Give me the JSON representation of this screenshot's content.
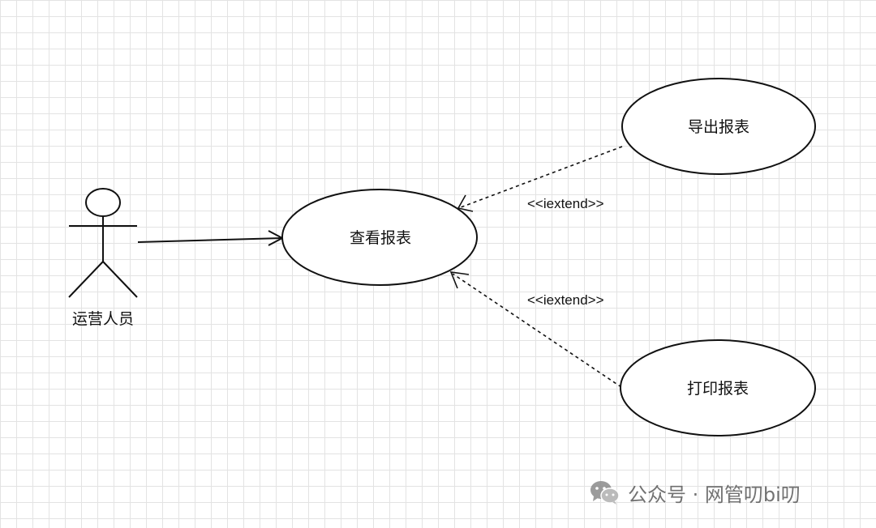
{
  "diagram": {
    "actor": {
      "label": "运营人员"
    },
    "use_cases": {
      "view": {
        "label": "查看报表"
      },
      "export": {
        "label": "导出报表"
      },
      "print": {
        "label": "打印报表"
      }
    },
    "relations": {
      "export_stereotype": "<<iextend>>",
      "print_stereotype": "<<iextend>>"
    }
  },
  "watermark": {
    "text": "公众号 · 网管叨bi叨",
    "icon": "wechat-icon"
  }
}
